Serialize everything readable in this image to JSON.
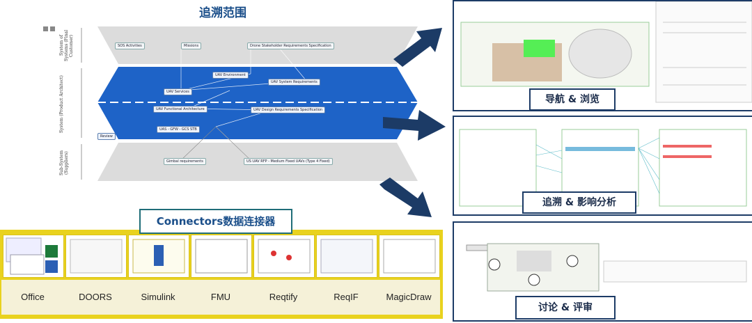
{
  "trace_scope_title": "追溯范围",
  "connectors_title": "Connectors数据连接器",
  "diagram": {
    "bands": [
      {
        "label": "System of Systems (Final Customer)"
      },
      {
        "label": "System (Product Architect)"
      },
      {
        "label": "Sub-System (Suppliers)"
      }
    ],
    "nodes": {
      "sos_activities": "SOS Activities",
      "missions": "Missions",
      "stakeholder_req": "Drone Stakeholder Requirements Specification",
      "uav_env": "UAV Environment",
      "uav_sys_req": "UAV System Requirements",
      "uav_services": "UAV Services",
      "uav_func_arch": "UAV Functional Architecture",
      "uav_design_req": "UAV Design Requirements Specification",
      "uas_gfw": "UAS - GFW - GCS STB",
      "review": "Review",
      "gimbal_req": "Gimbal requirements",
      "us_uav_rfp": "US UAV RFP - Medium Fixed UAVs (Type 4 Fixed)"
    }
  },
  "tools": [
    {
      "label": "Office"
    },
    {
      "label": "DOORS"
    },
    {
      "label": "Simulink"
    },
    {
      "label": "FMU"
    },
    {
      "label": "Reqtify"
    },
    {
      "label": "ReqIF"
    },
    {
      "label": "MagicDraw"
    }
  ],
  "panels": {
    "nav_caption": "导航 & 浏览",
    "trace_caption": "追溯 & 影响分析",
    "review_caption": "讨论 & 评审"
  },
  "colors": {
    "title_blue": "#1b4f8a",
    "band_blue": "#1e63c7",
    "band_gray": "#d9d9d9",
    "connector_yellow": "#e9d21e",
    "arrow_navy": "#1c3b66"
  }
}
